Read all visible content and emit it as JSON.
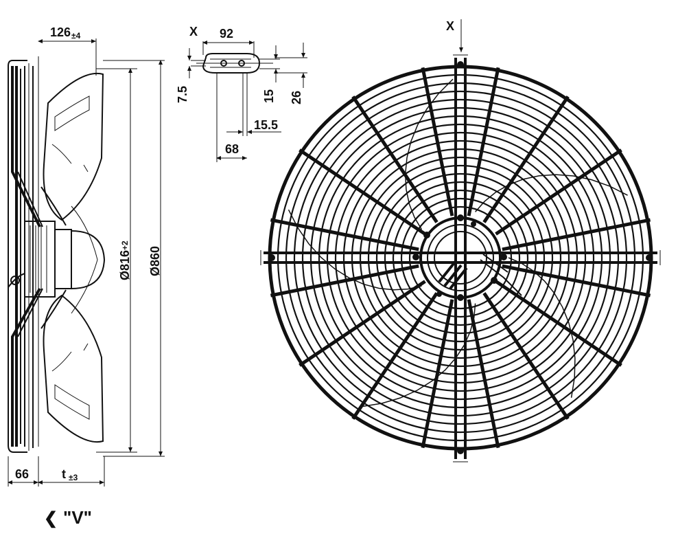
{
  "dimensions": {
    "side_depth": "126",
    "side_depth_tol": "±4",
    "inner_diameter": "Ø816",
    "inner_diameter_tol": "+2",
    "outer_diameter": "Ø860",
    "left_offset": "66",
    "t_label": "t",
    "t_tol": "±3",
    "x_label": "X",
    "x_width": "92",
    "x_7_5": "7.5",
    "x_15": "15",
    "x_26": "26",
    "x_15_5": "15.5",
    "x_68": "68",
    "front_x": "X"
  },
  "view_label": {
    "arrow": "❮",
    "text": "\"V\""
  },
  "colors": {
    "ink": "#111111",
    "fill": "#ffffff"
  },
  "icons": {
    "view_arrow": "chevron-left-icon"
  }
}
